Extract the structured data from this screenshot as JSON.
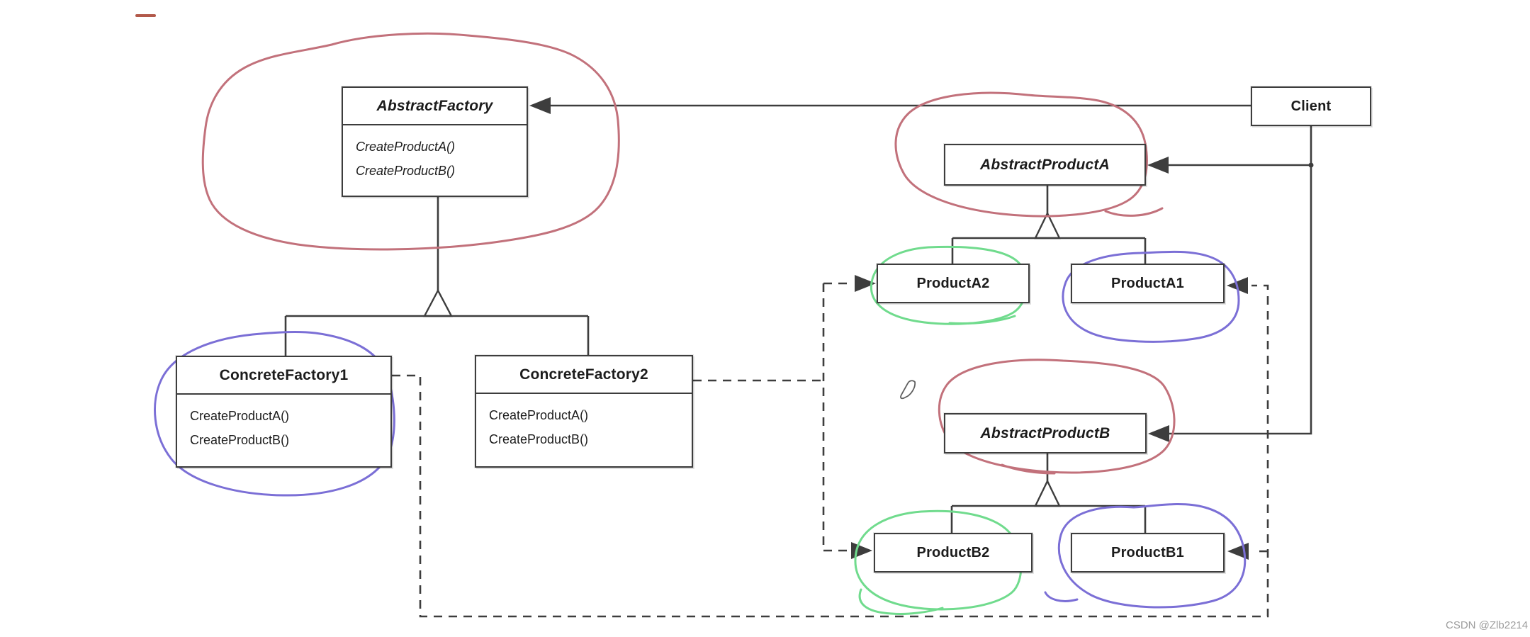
{
  "colors": {
    "background": "#ffffff",
    "diagram_line": "#3d3d3d",
    "box_text": "#1c1c1c",
    "annotation_red": "#c2717b",
    "annotation_blue": "#7b6fd6",
    "annotation_green": "#70db8d",
    "marker_red": "#b2594a",
    "watermark": "#9c9c9c"
  },
  "diagram": {
    "classes": {
      "abstract_factory": {
        "name": "AbstractFactory",
        "methods": [
          "CreateProductA()",
          "CreateProductB()"
        ]
      },
      "concrete_factory1": {
        "name": "ConcreteFactory1",
        "methods": [
          "CreateProductA()",
          "CreateProductB()"
        ]
      },
      "concrete_factory2": {
        "name": "ConcreteFactory2",
        "methods": [
          "CreateProductA()",
          "CreateProductB()"
        ]
      },
      "client": {
        "name": "Client"
      },
      "abstract_product_a": {
        "name": "AbstractProductA"
      },
      "product_a2": {
        "name": "ProductA2"
      },
      "product_a1": {
        "name": "ProductA1"
      },
      "abstract_product_b": {
        "name": "AbstractProductB"
      },
      "product_b2": {
        "name": "ProductB2"
      },
      "product_b1": {
        "name": "ProductB1"
      }
    }
  },
  "watermark": {
    "label": "CSDN @Zlb2214"
  }
}
